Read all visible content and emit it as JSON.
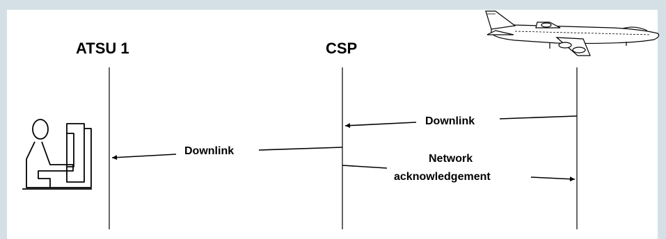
{
  "lanes": {
    "atsu": "ATSU 1",
    "csp": "CSP"
  },
  "messages": {
    "aircraft_downlink": "Downlink",
    "csp_downlink": "Downlink",
    "network_ack_line1": "Network",
    "network_ack_line2": "acknowledgement"
  },
  "icons": {
    "controller": "controller-workstation-icon",
    "aircraft": "airplane-icon"
  },
  "colors": {
    "frame": "#d4e0e6",
    "panel": "#ffffff",
    "ink": "#000000"
  }
}
